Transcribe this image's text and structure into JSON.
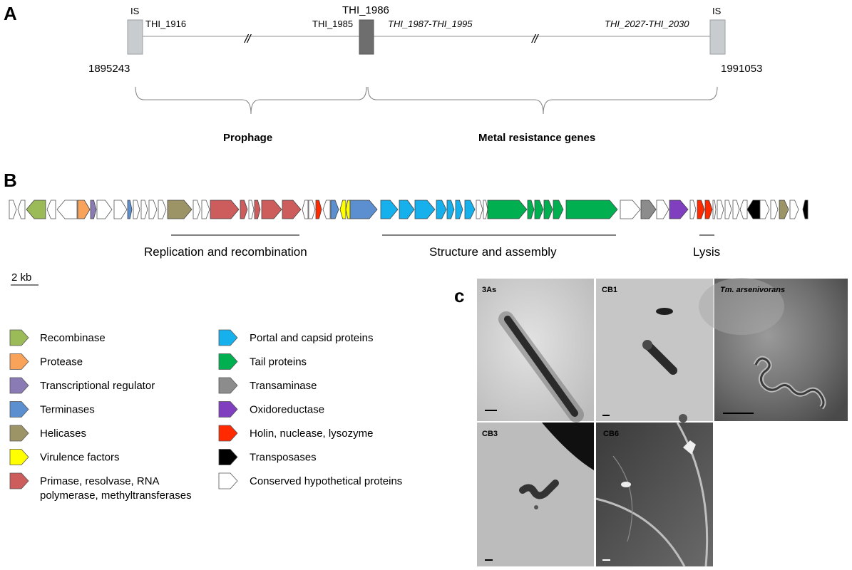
{
  "panel_a": {
    "letter": "A",
    "left_is": "IS",
    "right_is": "IS",
    "gene_left": "THI_1916",
    "gene_mid_left": "THI_1985",
    "gene_mid_top": "THI_1986",
    "gene_range_1": "THI_1987-THI_1995",
    "gene_range_2": "THI_2027-THI_2030",
    "break_mark": "//",
    "coord_left": "1895243",
    "coord_right": "1991053",
    "region_1": "Prophage",
    "region_2": "Metal resistance genes"
  },
  "panel_b": {
    "letter": "B",
    "section_replication": "Replication and recombination",
    "section_structure": "Structure and assembly",
    "section_lysis": "Lysis",
    "scale_label": "2 kb",
    "colors": {
      "recombinase": "#9bbb59",
      "protease": "#f8a25a",
      "regulator": "#8b7bb5",
      "terminase": "#5b8fcf",
      "helicase": "#9c9466",
      "virulence": "#ffff00",
      "primase": "#cd5c5c",
      "portal": "#16b0ec",
      "tail": "#00b050",
      "transaminase": "#8c8c8c",
      "oxidoreductase": "#7f3fbf",
      "holin": "#ff2a00",
      "transposase": "#000000",
      "hypothetical": "#ffffff"
    },
    "legend_left": [
      {
        "color": "#9bbb59",
        "text": "Recombinase"
      },
      {
        "color": "#f8a25a",
        "text": "Protease"
      },
      {
        "color": "#8b7bb5",
        "text": "Transcriptional regulator"
      },
      {
        "color": "#5b8fcf",
        "text": "Terminases"
      },
      {
        "color": "#9c9466",
        "text": "Helicases"
      },
      {
        "color": "#ffff00",
        "text": "Virulence factors"
      },
      {
        "color": "#cd5c5c",
        "text": "Primase, resolvase, RNA",
        "text2": "polymerase, methyltransferases"
      }
    ],
    "legend_right": [
      {
        "color": "#16b0ec",
        "text": "Portal and capsid proteins"
      },
      {
        "color": "#00b050",
        "text": "Tail proteins"
      },
      {
        "color": "#8c8c8c",
        "text": "Transaminase"
      },
      {
        "color": "#7f3fbf",
        "text": "Oxidoreductase"
      },
      {
        "color": "#ff2a00",
        "text": "Holin, nuclease, lysozyme"
      },
      {
        "color": "#000000",
        "text": "Transposases"
      },
      {
        "color": "#ffffff",
        "text": "Conserved hypothetical proteins"
      }
    ]
  },
  "panel_c": {
    "letter": "c",
    "micrographs": [
      {
        "label": "3As"
      },
      {
        "label": "CB1"
      },
      {
        "label": "Tm. arsenivorans"
      },
      {
        "label": "CB3"
      },
      {
        "label": "CB6"
      }
    ]
  }
}
